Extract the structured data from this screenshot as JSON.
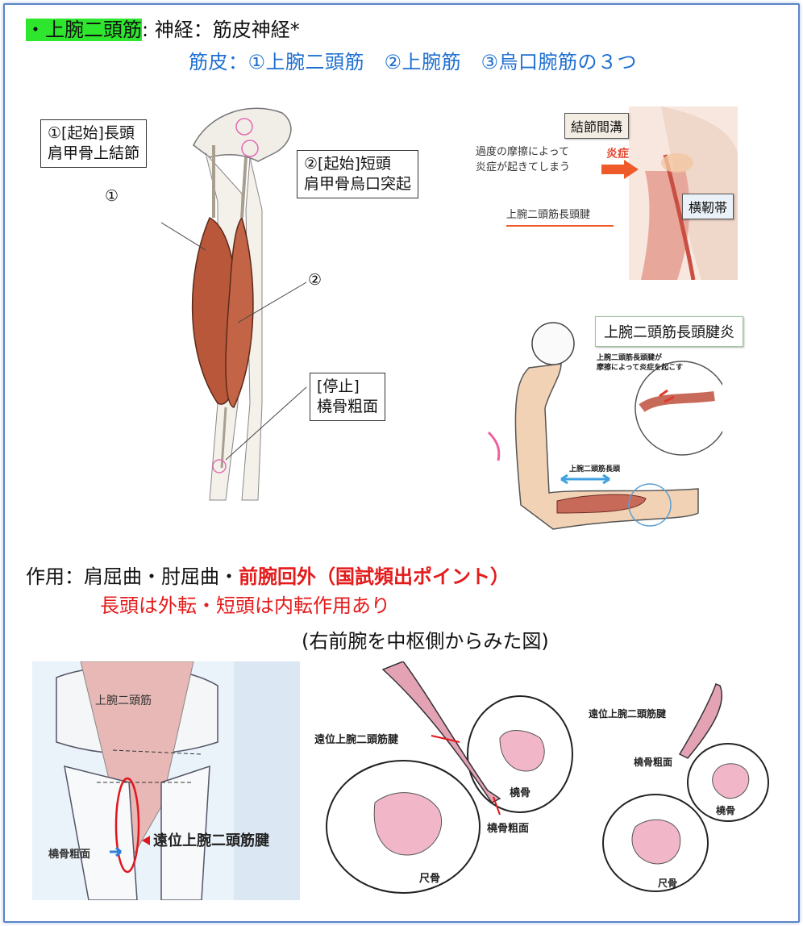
{
  "header": {
    "bullet_title": "・上腕二頭筋",
    "nerve_line": ": 神経：筋皮神経*",
    "musculocutaneous_line": "筋皮：①上腕二頭筋　②上腕筋　③烏口腕筋の３つ"
  },
  "anatomy_labels": {
    "origin_long_line1": "①[起始]長頭",
    "origin_long_line2": "肩甲骨上結節",
    "origin_short_line1": "②[起始]短頭",
    "origin_short_line2": "肩甲骨烏口突起",
    "marker_1": "①",
    "marker_2": "②",
    "insertion_line1": "[停止]",
    "insertion_line2": "橈骨粗面"
  },
  "tendinitis_labels": {
    "groove": "結節間溝",
    "friction_line1": "過度の摩擦によって",
    "friction_line2": "炎症が起きてしまう",
    "inflammation": "炎症",
    "ligament": "横靭帯",
    "long_head_tendon": "上腕二頭筋長頭腱",
    "tendinitis_title": "上腕二頭筋長頭腱炎",
    "callout_line1": "上腕二頭筋長頭腱が",
    "callout_line2": "摩擦によって炎症を起こす",
    "long_head": "上腕二頭筋長頭"
  },
  "action": {
    "prefix": "作用：肩屈曲・肘屈曲・",
    "highlight": "前腕回外（国試頻出ポイント）",
    "note": "長頭は外転・短頭は内転作用あり",
    "view_caption": "(右前腕を中枢側からみた図)"
  },
  "forearm_labels": {
    "biceps": "上腕二頭筋",
    "distal_tendon_arrow": "遠位上腕二頭筋腱",
    "radial_tuberosity_left": "橈骨粗面",
    "distal_tendon_mid": "遠位上腕二頭筋腱",
    "radius_mid": "橈骨",
    "radial_tuberosity_mid": "橈骨粗面",
    "ulna_mid": "尺骨",
    "distal_tendon_right": "遠位上腕二頭筋腱",
    "radial_tuberosity_right": "橈骨粗面",
    "radius_right": "橈骨",
    "ulna_right": "尺骨"
  },
  "colors": {
    "highlight_green": "#2ee62e",
    "accent_blue": "#1f6fd1",
    "accent_red": "#e41b1b",
    "muscle": "#b8573a",
    "frame": "#5b85c7"
  }
}
